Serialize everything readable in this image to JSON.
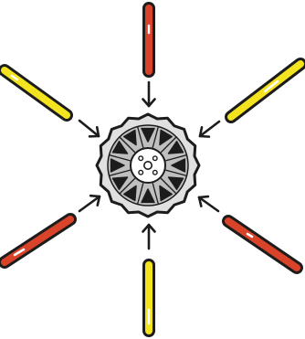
{
  "colors": {
    "background": "#ffffff",
    "outline": "#1c1c1c",
    "rod_red": "#d9432a",
    "rod_yellow": "#f4e31f",
    "highlight": "#ffffff",
    "wheel_outer": "#e0e0e0",
    "wheel_inner": "#bfbfbf",
    "hub": "#ffffff",
    "slot": "#1c1c1c"
  },
  "rods": [
    {
      "name": "rod-top",
      "color": "rod_red"
    },
    {
      "name": "rod-top-right",
      "color": "rod_yellow"
    },
    {
      "name": "rod-bottom-right",
      "color": "rod_red"
    },
    {
      "name": "rod-bottom",
      "color": "rod_yellow"
    },
    {
      "name": "rod-bottom-left",
      "color": "rod_red"
    },
    {
      "name": "rod-top-left",
      "color": "rod_yellow"
    }
  ],
  "wheel": {
    "icon": "disc-wheel-icon",
    "slot_count": 12,
    "lug_holes": 4
  },
  "arrows": {
    "icon": "arrow-icon",
    "direction": "inward"
  }
}
